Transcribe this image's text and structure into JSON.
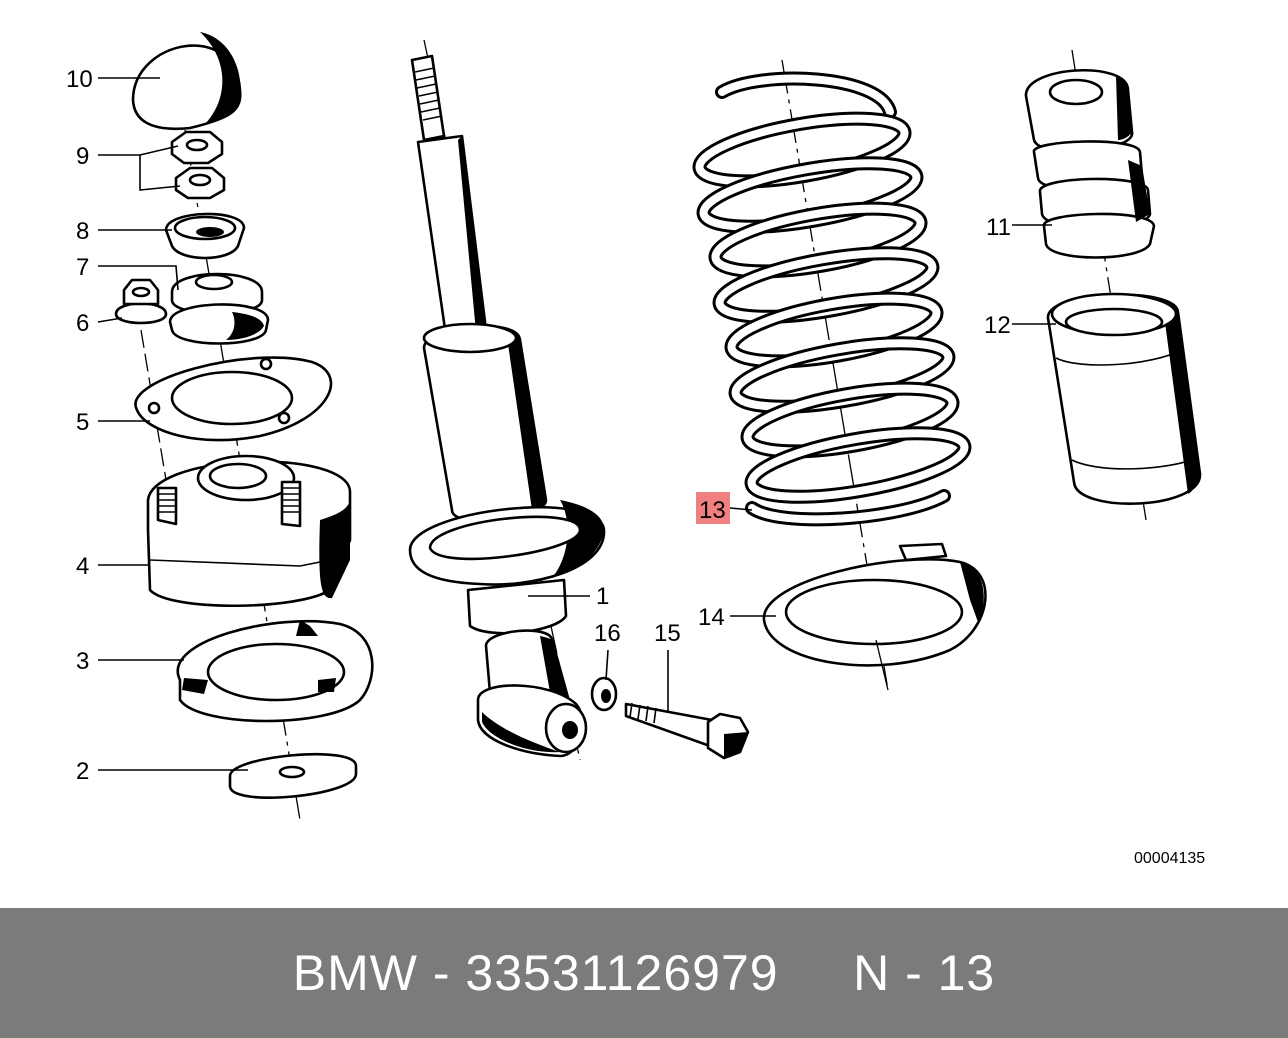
{
  "diagram": {
    "part_labels": {
      "p1": "1",
      "p2": "2",
      "p3": "3",
      "p4": "4",
      "p5": "5",
      "p6": "6",
      "p7": "7",
      "p8": "8",
      "p9": "9",
      "p10": "10",
      "p11": "11",
      "p12": "12",
      "p13": "13",
      "p14": "14",
      "p15": "15",
      "p16": "16"
    },
    "highlighted_part": "13",
    "drawing_number": "00004135"
  },
  "footer": {
    "brand": "BMW",
    "part_number": "33531126979",
    "position": "N - 13"
  },
  "colors": {
    "highlight_fill": "#f08080",
    "footer_bg": "#7b7b7b",
    "footer_text": "#ffffff"
  }
}
